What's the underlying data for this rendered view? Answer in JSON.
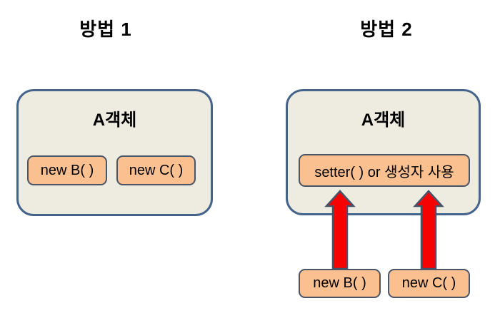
{
  "colors": {
    "background": "#ffffff",
    "container_fill": "#eeece1",
    "container_border": "#44648c",
    "box_fill": "#fac090",
    "box_border": "#4a5668",
    "arrow_fill": "#f70202",
    "arrow_border": "#44546a",
    "text": "#000000"
  },
  "method1": {
    "title": "방법 1",
    "container": {
      "label": "A객체",
      "boxes": [
        {
          "label": "new B( )"
        },
        {
          "label": "new C( )"
        }
      ]
    }
  },
  "method2": {
    "title": "방법 2",
    "container": {
      "label": "A객체",
      "boxes": [
        {
          "label": "setter( ) or 생성자 사용"
        }
      ]
    },
    "bottom_boxes": [
      {
        "label": "new B( )"
      },
      {
        "label": "new C( )"
      }
    ],
    "arrows": [
      {
        "icon": "up-arrow-icon"
      },
      {
        "icon": "up-arrow-icon"
      }
    ]
  }
}
